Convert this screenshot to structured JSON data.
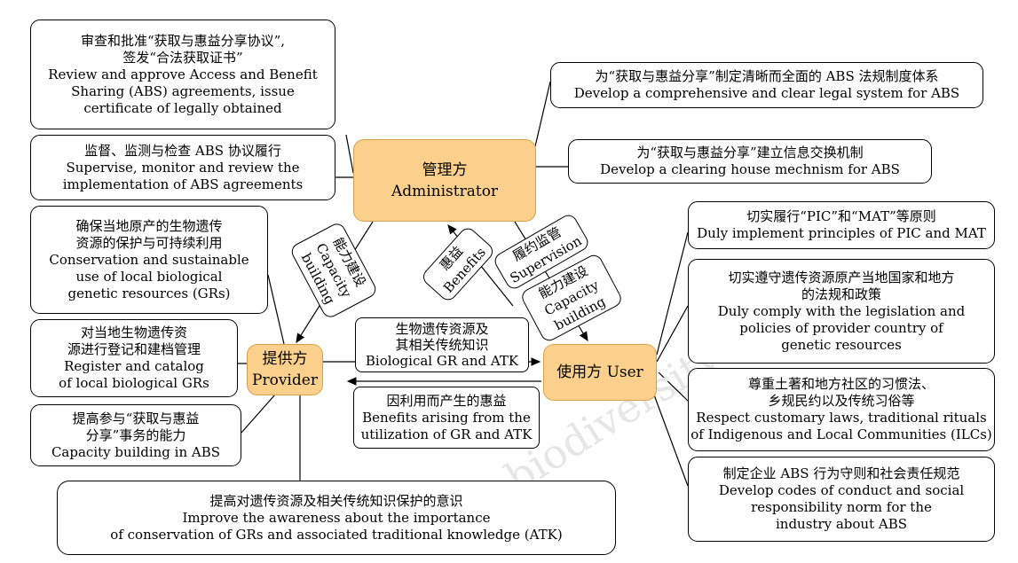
{
  "watermark": "biodiversity",
  "nodes": {
    "administrator": {
      "zh": "管理方",
      "en": "Administrator"
    },
    "provider": {
      "zh": "提供方",
      "en": "Provider"
    },
    "user": {
      "text": "使用方 User"
    }
  },
  "admin_boxes": [
    {
      "lines": [
        "审查和批准“获取与惠益分享协议”,",
        "签发“合法获取证书”",
        "Review and approve Access and Benefit",
        "Sharing (ABS) agreements, issue",
        "certificate of legally obtained"
      ]
    },
    {
      "lines": [
        "监督、监测与检查 ABS 协议履行",
        "Supervise, monitor and review the",
        "implementation of ABS agreements"
      ]
    },
    {
      "lines": [
        "为“获取与惠益分享”制定清晰而全面的 ABS 法规制度体系",
        "Develop a comprehensive and clear legal system for ABS"
      ]
    },
    {
      "lines": [
        "为“获取与惠益分享”建立信息交换机制",
        "Develop a clearing house mechnism for ABS"
      ]
    }
  ],
  "provider_boxes": [
    {
      "lines": [
        "确保当地原产的生物遗传",
        "资源的保护与可持续利用",
        "Conservation and sustainable",
        "use of local biological",
        "genetic resources (GRs)"
      ]
    },
    {
      "lines": [
        "对当地生物遗传资",
        "源进行登记和建档管理",
        "Register and catalog",
        "of local biological GRs"
      ]
    },
    {
      "lines": [
        "提高参与“获取与惠益",
        "分享”事务的能力",
        "Capacity building in ABS"
      ]
    }
  ],
  "user_boxes": [
    {
      "lines": [
        "切实履行“PIC”和“MAT”等原则",
        "Duly implement principles of PIC and MAT"
      ]
    },
    {
      "lines": [
        "切实遵守遗传资源原产当地国家和地方",
        "的法规和政策",
        "Duly comply with the legislation and",
        "policies of provider country of",
        "genetic resources"
      ]
    },
    {
      "lines": [
        "尊重土著和地方社区的习惯法、",
        "乡规民约以及传统习俗等",
        "Respect customary laws, traditional rituals",
        "of Indigenous and Local Communities (ILCs)"
      ]
    },
    {
      "lines": [
        "制定企业 ABS 行为守则和社会责任规范",
        "Develop codes of conduct and social",
        "responsibility norm for the",
        "industry about ABS"
      ]
    }
  ],
  "bottom_box": {
    "lines": [
      "提高对遗传资源及相关传统知识保护的意识",
      "Improve the awareness about the importance",
      "of conservation of GRs and associated traditional knowledge (ATK)"
    ]
  },
  "flows": {
    "gr_atk": {
      "lines": [
        "生物遗传资源及",
        "其相关传统知识",
        "Biological GR and ATK"
      ]
    },
    "benefits_arising": {
      "lines": [
        "因利用而产生的惠益",
        "Benefits arising from the",
        "utilization of GR and ATK"
      ]
    }
  },
  "arrow_labels": {
    "capacity_left": {
      "lines": [
        "能力建设",
        "Capacity",
        "building"
      ]
    },
    "benefits": {
      "lines": [
        "惠益",
        "Benefits"
      ]
    },
    "supervision": {
      "lines": [
        "履约监管",
        "Supervision"
      ]
    },
    "capacity_right": {
      "lines": [
        "能力建设",
        "Capacity",
        "building"
      ]
    }
  },
  "colors": {
    "node_fill": "#fbd08c",
    "node_border": "#d9a24a"
  }
}
